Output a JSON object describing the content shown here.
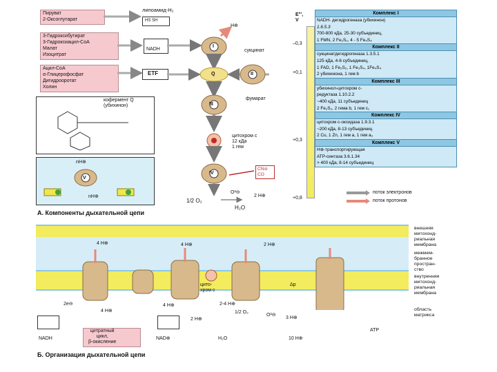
{
  "panelA": {
    "substrate_group1": [
      "Пируват",
      "2-Оксоглутарат"
    ],
    "substrate_group2": [
      "3-Гидроксибутират",
      "3-Гидроксиацил-CoA",
      "Малат",
      "Изоцитрат"
    ],
    "substrate_group3": [
      "Ацил-CoA",
      "α-Глицерофосфат",
      "Дигидрооротат",
      "Холин"
    ],
    "lipoamide": "липоамид-H₂",
    "hs_sh": "HS   SH",
    "nadh": "NADH",
    "etf": "ETF",
    "succinate": "сукцинат",
    "fumarate": "фумарат",
    "coenzyme_q": "кофермент Q\n(убихинон)",
    "cytochrome_c": "цитохром с\n12 кДа\n1 гем",
    "complexes": [
      "I",
      "II",
      "Q",
      "III",
      "IV",
      "V"
    ],
    "h_plus": "H⊕",
    "two_h_plus": "2 H⊕",
    "n_h_plus": "nH⊕",
    "inhibitors": "CN⊖\nCO",
    "half_o2": "1/2 O₂",
    "h2o": "H₂O",
    "o2_minus": "O²⊖",
    "title": "А. Компоненты дыхательной цепи"
  },
  "scale": {
    "header": "E°′,\nV",
    "ticks": [
      "–0,3",
      "+0,1",
      "+0,3",
      "+0,8"
    ]
  },
  "table": [
    {
      "head": "Комплекс I",
      "rows": [
        "NADH- дегидрогеназа (убихинон)",
        "1.6.5.3",
        "700-800 кДа, 25-30 субъединиц,",
        "1 FMN, 2 Fe₂S₂, 4 - 5 Fe₄S₄"
      ]
    },
    {
      "head": "Комплекс II",
      "rows": [
        "сукцинатдегидрогеназа 1.3.5.1",
        "125 кДа, 4-6 субъединиц,",
        "1 FAD, 1 Fe₂S₂, 1 Fe₃S₄, 1Fe₄S₄",
        "2 убихинона, 1 гем b"
      ]
    },
    {
      "head": "Комплекс III",
      "rows": [
        "убихинол-цитохром с-",
        "редуктаза 1.10.2.2",
        "~400 кДа, 11 субъединиц",
        "2 Fe₂S₂, 2 гема b, 1 гем c₁"
      ]
    },
    {
      "head": "Комплекс IV",
      "rows": [
        "цитохром с-оксидаза 1.9.3.1",
        "~200 кДа, 8-13 субъединиц",
        "2 Cu, 1 Zn, 1 гем a, 1 гем a₃"
      ]
    },
    {
      "head": "Комплекс V",
      "rows": [
        "H⊕-транспортирующая",
        "ATP-синтаза 3.6.1.34",
        "> 400 кДа, 8-14 субъединиц"
      ]
    }
  ],
  "legend": {
    "electrons": "поток электронов",
    "protons": "поток протонов"
  },
  "panelB": {
    "outer_membrane": "внешняя\nмитохонд-\nриальная\nмембрана",
    "intermembrane": "межмем-\nбранное\nпростран-\nство",
    "inner_membrane": "внутренняя\nмитохонд-\nриальная\nмембрана",
    "matrix": "область\nматрикса",
    "four_h": "4 H⊕",
    "two_h": "2 H⊕",
    "two_four_h": "2-4 H⊕",
    "ten_h": "10 H⊕",
    "three_h": "3 H⊕",
    "cytochrome": "цито-\nхром с",
    "delta_p": "Δp",
    "two_e": "2e⊖",
    "nadh": "NADH",
    "nad": "NAD⊕",
    "cycle": "цитратный\nцикл,\nβ-окисление",
    "half_o2": "1/2 O₂",
    "h2o": "H₂O",
    "atp": "ATP",
    "title": "Б. Организация дыхательной цепи"
  },
  "colors": {
    "pink": "#f6c9cf",
    "table_blue": "#cfe9f6",
    "head_blue": "#8ec7e3",
    "membrane_yellow": "#f2ec5e",
    "protein_tan": "#d8b98c",
    "proton_arrow": "#e58a7a"
  }
}
